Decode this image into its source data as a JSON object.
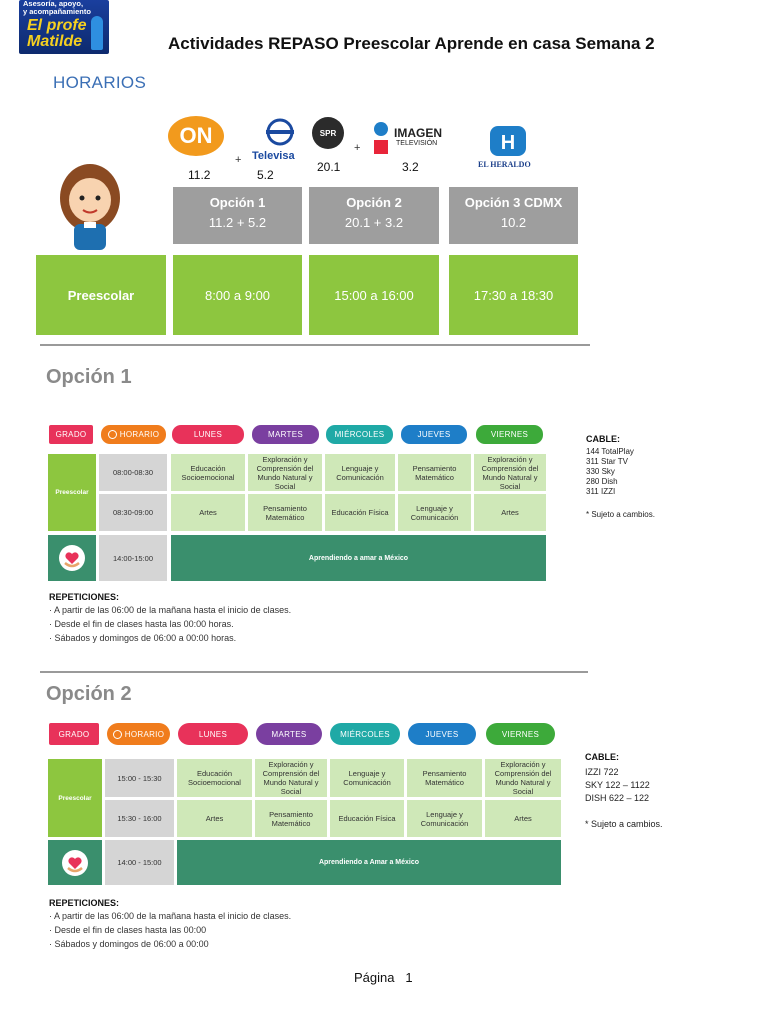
{
  "logo": {
    "line1": "Asesoría, apoyo,",
    "line2": "y acompañamiento",
    "line3": "El profe",
    "line4": "Matilde"
  },
  "title": "Actividades REPASO Preescolar Aprende en casa Semana 2",
  "horarios_heading": "HORARIOS",
  "channels": {
    "once_num": "11.2",
    "televisa_label": "Televisa",
    "televisa_num": "5.2",
    "spr_label": "SPR",
    "spr_num": "20.1",
    "imagen_label": "IMAGEN",
    "imagen_sub": "TELEVISIÓN",
    "imagen_num": "3.2",
    "heraldo_label": "EL HERALDO",
    "plus": "+"
  },
  "schedule": {
    "opcion1_title": "Opción 1",
    "opcion1_channels": "11.2  +  5.2",
    "opcion2_title": "Opción 2",
    "opcion2_channels": "20.1  +  3.2",
    "opcion3_title": "Opción 3 CDMX",
    "opcion3_channels": "10.2",
    "row_label": "Preescolar",
    "time1": "8:00 a 9:00",
    "time2": "15:00 a 16:00",
    "time3": "17:30 a 18:30"
  },
  "headers": {
    "grado": "GRADO",
    "horario": "HORARIO",
    "lunes": "LUNES",
    "martes": "MARTES",
    "miercoles": "MIÉRCOLES",
    "jueves": "JUEVES",
    "viernes": "VIERNES"
  },
  "option1": {
    "title": "Opción 1",
    "grado": "Preescolar",
    "slot1": "08:00-08:30",
    "slot2": "08:30-09:00",
    "slot3": "14:00-15:00",
    "row1": [
      "Educación Socioemocional",
      "Exploración y Comprensión del Mundo Natural y Social",
      "Lenguaje y Comunicación",
      "Pensamiento Matemático",
      "Exploración y Comprensión del Mundo Natural y Social"
    ],
    "row2": [
      "Artes",
      "Pensamiento Matemático",
      "Educación Física",
      "Lenguaje y Comunicación",
      "Artes"
    ],
    "row3": "Aprendiendo a amar a México",
    "rep_title": "REPETICIONES:",
    "rep_lines": [
      "· A partir de las 06:00 de la mañana hasta el inicio de clases.",
      "· Desde el fin de clases hasta las 00:00 horas.",
      "· Sábados y domingos de 06:00 a 00:00 horas."
    ],
    "cable_title": "CABLE:",
    "cable_lines": [
      "144 TotalPlay",
      "311 Star TV",
      "330 Sky",
      "280 Dish",
      "311 IZZI"
    ],
    "note": "* Sujeto a cambios."
  },
  "option2": {
    "title": "Opción 2",
    "grado": "Preescolar",
    "slot1": "15:00 - 15:30",
    "slot2": "15:30 - 16:00",
    "slot3": "14:00 - 15:00",
    "row1": [
      "Educación Socioemocional",
      "Exploración y Comprensión del Mundo Natural y Social",
      "Lenguaje y Comunicación",
      "Pensamiento Matemático",
      "Exploración y Comprensión del Mundo Natural y Social"
    ],
    "row2": [
      "Artes",
      "Pensamiento Matemático",
      "Educación Física",
      "Lenguaje y Comunicación",
      "Artes"
    ],
    "row3": "Aprendiendo a Amar a México",
    "rep_title": "REPETICIONES:",
    "rep_lines": [
      "· A partir de las 06:00 de la mañana hasta el inicio de clases.",
      "· Desde el fin de clases hasta las 00:00",
      "· Sábados y domingos de 06:00 a 00:00"
    ],
    "cable_title": "CABLE:",
    "cable_lines": [
      "IZZI 722",
      "SKY 122 – 1122",
      "DISH 622 – 122"
    ],
    "note": "* Sujeto a cambios."
  },
  "footer": {
    "page_label": "Página",
    "page_num": "1"
  }
}
